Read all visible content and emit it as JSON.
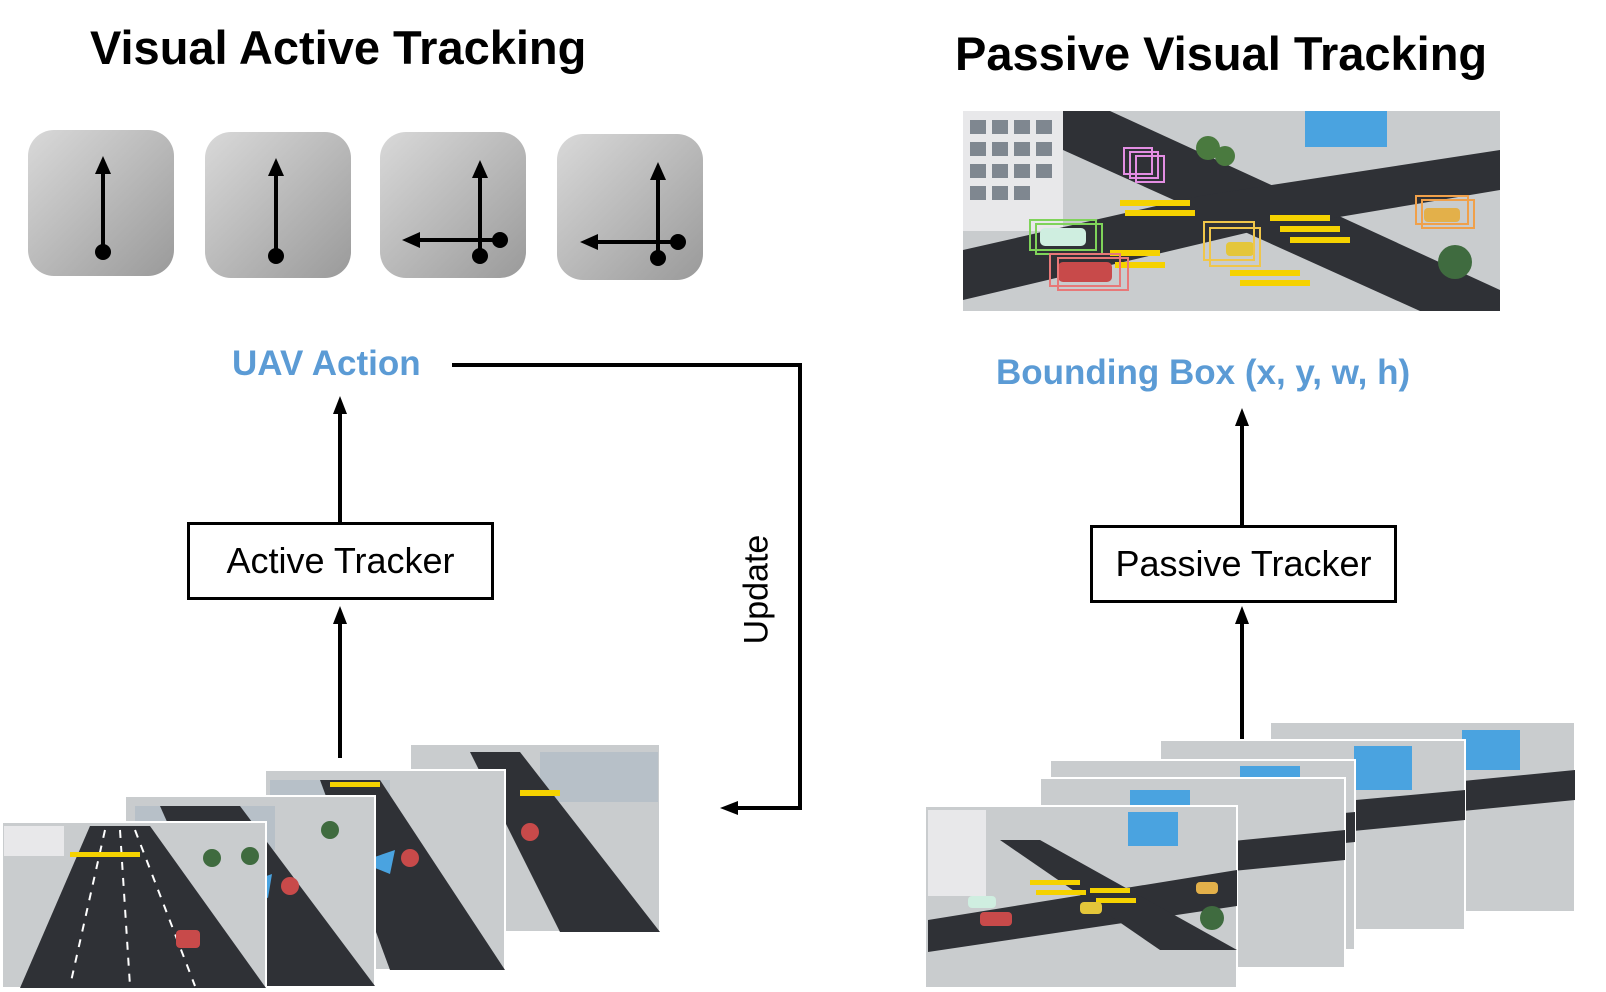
{
  "left": {
    "title": "Visual Active Tracking",
    "action_icons": [
      "arrow-up-icon",
      "arrow-up-icon",
      "arrow-up-left-icon",
      "arrow-up-left-icon"
    ],
    "output_label": "UAV Action",
    "tracker_label": "Active Tracker",
    "feedback_label": "Update"
  },
  "right": {
    "title": "Passive Visual Tracking",
    "output_label": "Bounding Box (x, y, w, h)",
    "tracker_label": "Passive Tracker"
  },
  "colors": {
    "accent_blue": "#5b9bd5",
    "road": "#2f3136",
    "ground": "#c9ccce",
    "lane_yellow": "#f5d200"
  }
}
